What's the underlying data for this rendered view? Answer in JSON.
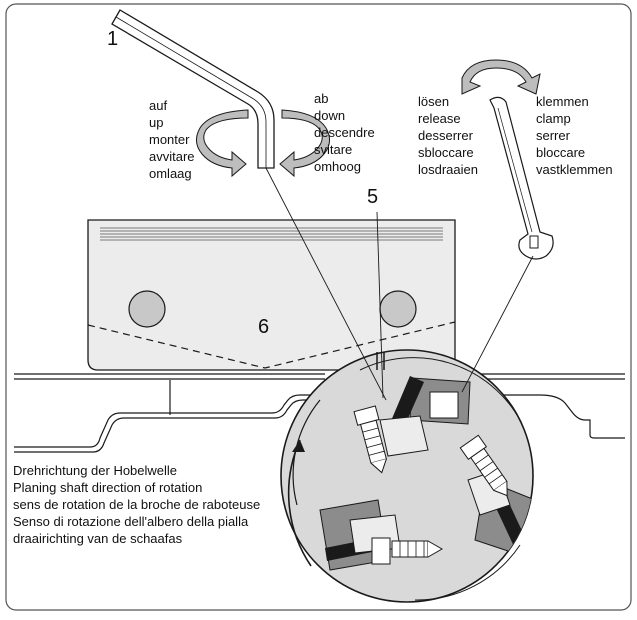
{
  "callouts": {
    "allen_key": "1",
    "screw": "5",
    "guard": "6"
  },
  "allen_key_left": [
    "auf",
    "up",
    "monter",
    "avvitare",
    "omlaag"
  ],
  "allen_key_right": [
    "ab",
    "down",
    "descendre",
    "svitare",
    "omhoog"
  ],
  "wrench_left": [
    "lösen",
    "release",
    "desserrer",
    "sbloccare",
    "losdraaien"
  ],
  "wrench_right": [
    "klemmen",
    "clamp",
    "serrer",
    "bloccare",
    "vastklemmen"
  ],
  "rotation_caption": [
    "Drehrichtung der Hobelwelle",
    "Planing shaft direction of rotation",
    "sens de rotation de la broche de raboteuse",
    "Senso di rotazione dell'albero della pialla",
    "draairichting van de schaafas"
  ],
  "colors": {
    "line": "#1a1a1a",
    "guard_fill": "#ececec",
    "cutterhead_fill": "#d9d9d9",
    "clamp_fill": "#8c8c8c",
    "arrow_fill": "#bdbdbd"
  }
}
